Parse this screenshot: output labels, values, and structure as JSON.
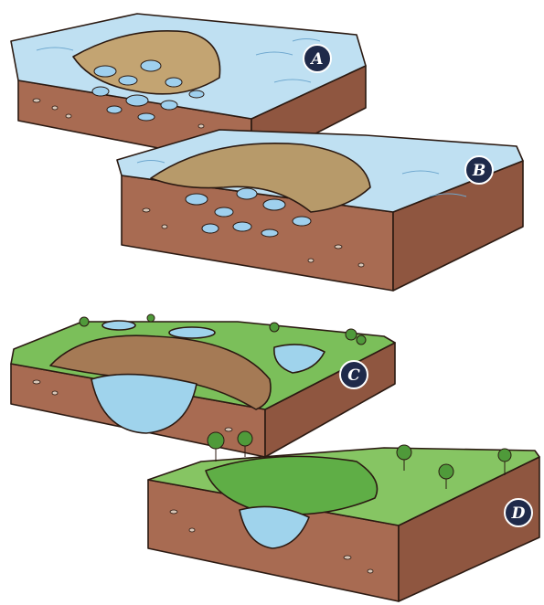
{
  "stages": [
    {
      "id": "A",
      "label": "A"
    },
    {
      "id": "B",
      "label": "B"
    },
    {
      "id": "C",
      "label": "C"
    },
    {
      "id": "D",
      "label": "D"
    }
  ],
  "colors": {
    "soil_side": "#a86b52",
    "soil_front": "#8f5640",
    "ice": "#bfe0f2",
    "ice_dark": "#7fb9df",
    "sediment": "#b79a6a",
    "grass": "#7bbf5a",
    "grass_dark": "#4f9a3a",
    "water": "#9fd3ec",
    "badge": "#1f2a4a"
  }
}
